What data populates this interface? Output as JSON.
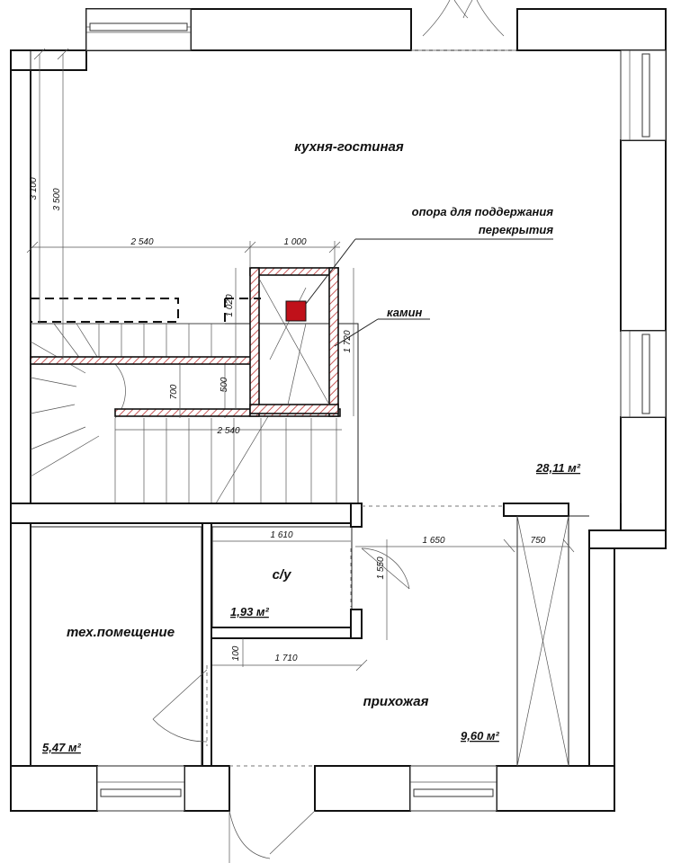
{
  "rooms": {
    "kitchen_living": {
      "name": "кухня-гостиная",
      "area": "28,11 м²"
    },
    "bathroom": {
      "name": "с/у",
      "area": "1,93 м²"
    },
    "tech_room": {
      "name": "тех.помещение",
      "area": "5,47 м²"
    },
    "hallway": {
      "name": "прихожая",
      "area": "9,60 м²"
    }
  },
  "annotations": {
    "support_line1": "опора для поддержания",
    "support_line2": "перекрытия",
    "fireplace": "камин"
  },
  "dimensions": {
    "d3100": "3 100",
    "d3500": "3 500",
    "d2540_top": "2 540",
    "d1000": "1 000",
    "d1020": "1 020",
    "d1720": "1 720",
    "d700": "700",
    "d500": "500",
    "d2540_bottom": "2 540",
    "d1610": "1 610",
    "d1650": "1 650",
    "d750": "750",
    "d1550": "1 550",
    "d100": "100",
    "d1710": "1 710"
  },
  "colors": {
    "fireplace": "#c0111a",
    "wall_hatch": "#c85a5a"
  }
}
